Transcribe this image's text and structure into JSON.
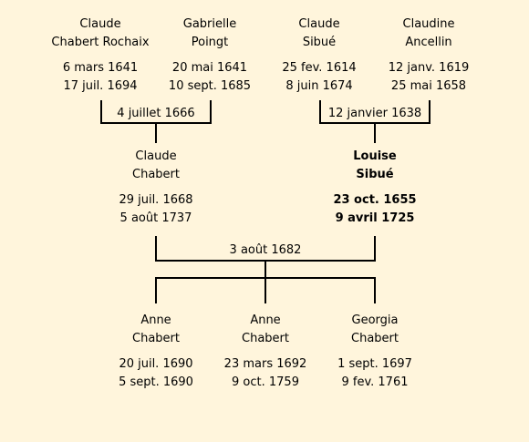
{
  "grandparents": [
    {
      "first": "Claude",
      "last": "Chabert Rochaix",
      "birth": "6 mars 1641",
      "death": "17 juil. 1694"
    },
    {
      "first": "Gabrielle",
      "last": "Poingt",
      "birth": "20 mai 1641",
      "death": "10 sept. 1685"
    },
    {
      "first": "Claude",
      "last": "Sibué",
      "birth": "25 fev. 1614",
      "death": "8 juin 1674"
    },
    {
      "first": "Claudine",
      "last": "Ancellin",
      "birth": "12 janv. 1619",
      "death": "25 mai 1658"
    }
  ],
  "grandparent_marriages": [
    "4 juillet 1666",
    "12 janvier 1638"
  ],
  "parents": [
    {
      "first": "Claude",
      "last": "Chabert",
      "birth": "29 juil. 1668",
      "death": "5 août 1737"
    },
    {
      "first": "Louise",
      "last": "Sibué",
      "birth": "23 oct. 1655",
      "death": "9 avril 1725"
    }
  ],
  "parent_marriage": "3 août 1682",
  "children": [
    {
      "first": "Anne",
      "last": "Chabert",
      "birth": "20 juil. 1690",
      "death": "5 sept. 1690"
    },
    {
      "first": "Anne",
      "last": "Chabert",
      "birth": "23 mars 1692",
      "death": "9 oct. 1759"
    },
    {
      "first": "Georgia",
      "last": "Chabert",
      "birth": "1 sept. 1697",
      "death": "9 fev. 1761"
    }
  ]
}
